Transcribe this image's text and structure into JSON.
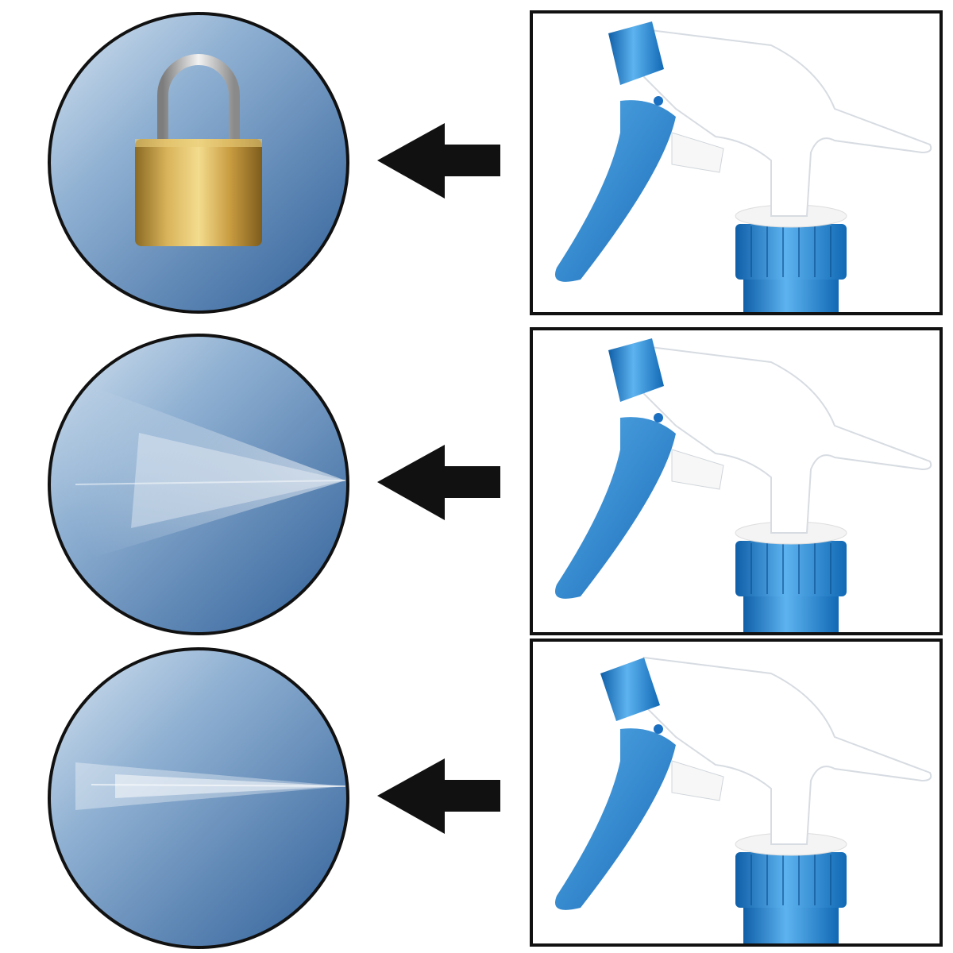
{
  "colors": {
    "circle_fill_light": "#c4d7ea",
    "circle_fill_dark": "#3e6da3",
    "circle_border": "#111111",
    "arrow": "#111111",
    "trigger_blue": "#1c84cf",
    "nozzle_blue": "#2b8ee0",
    "sprayer_white": "#ffffff",
    "frame_border": "#111111",
    "padlock_gold": "#c9a24a",
    "padlock_shackle": "#c8c8c8"
  },
  "modes": [
    {
      "id": "locked",
      "icon": "padlock-icon"
    },
    {
      "id": "spray",
      "icon": "wide-spray-icon"
    },
    {
      "id": "stream",
      "icon": "narrow-jet-icon"
    }
  ]
}
